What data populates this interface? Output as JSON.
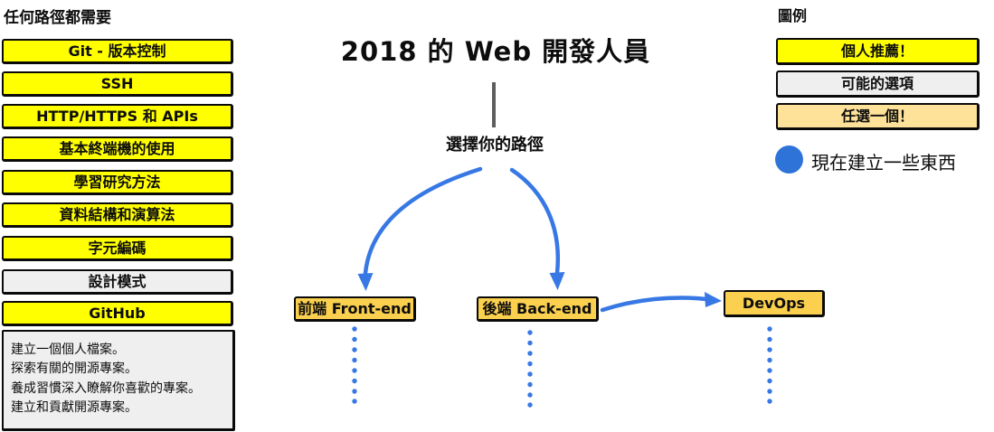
{
  "left_column": {
    "title": "任何路徑都需要",
    "items": [
      {
        "label": "Git - 版本控制",
        "type": "recommended"
      },
      {
        "label": "SSH",
        "type": "recommended"
      },
      {
        "label": "HTTP/HTTPS 和 APIs",
        "type": "recommended"
      },
      {
        "label": "基本終端機的使用",
        "type": "recommended"
      },
      {
        "label": "學習研究方法",
        "type": "recommended"
      },
      {
        "label": "資料結構和演算法",
        "type": "recommended"
      },
      {
        "label": "字元編碼",
        "type": "recommended"
      },
      {
        "label": "設計模式",
        "type": "possible"
      },
      {
        "label": "GitHub",
        "type": "recommended"
      }
    ],
    "github_notes": [
      "建立一個個人檔案。",
      "探索有關的開源專案。",
      "養成習慣深入瞭解你喜歡的專案。",
      "建立和貢獻開源專案。"
    ]
  },
  "center": {
    "title": "2018 的 Web 開發人員",
    "choose_label": "選擇你的路徑",
    "paths": [
      {
        "label": "前端 Front-end"
      },
      {
        "label": "後端 Back-end"
      },
      {
        "label": "DevOps"
      }
    ]
  },
  "legend": {
    "title": "圖例",
    "items": [
      {
        "label": "個人推薦！",
        "type": "recommended"
      },
      {
        "label": "可能的選項",
        "type": "possible"
      },
      {
        "label": "任選一個！",
        "type": "either"
      }
    ],
    "build_label": "現在建立一些東西"
  },
  "colors": {
    "recommended_yellow": "#ffff00",
    "possible_grey": "#efefef",
    "either_tan": "#ffe299",
    "path_gold": "#fbd04e",
    "arrow_blue": "#3778e4",
    "marker_blue": "#2e74d8",
    "stem_grey": "#5e5e5e",
    "border_black": "#0a0a0a"
  }
}
